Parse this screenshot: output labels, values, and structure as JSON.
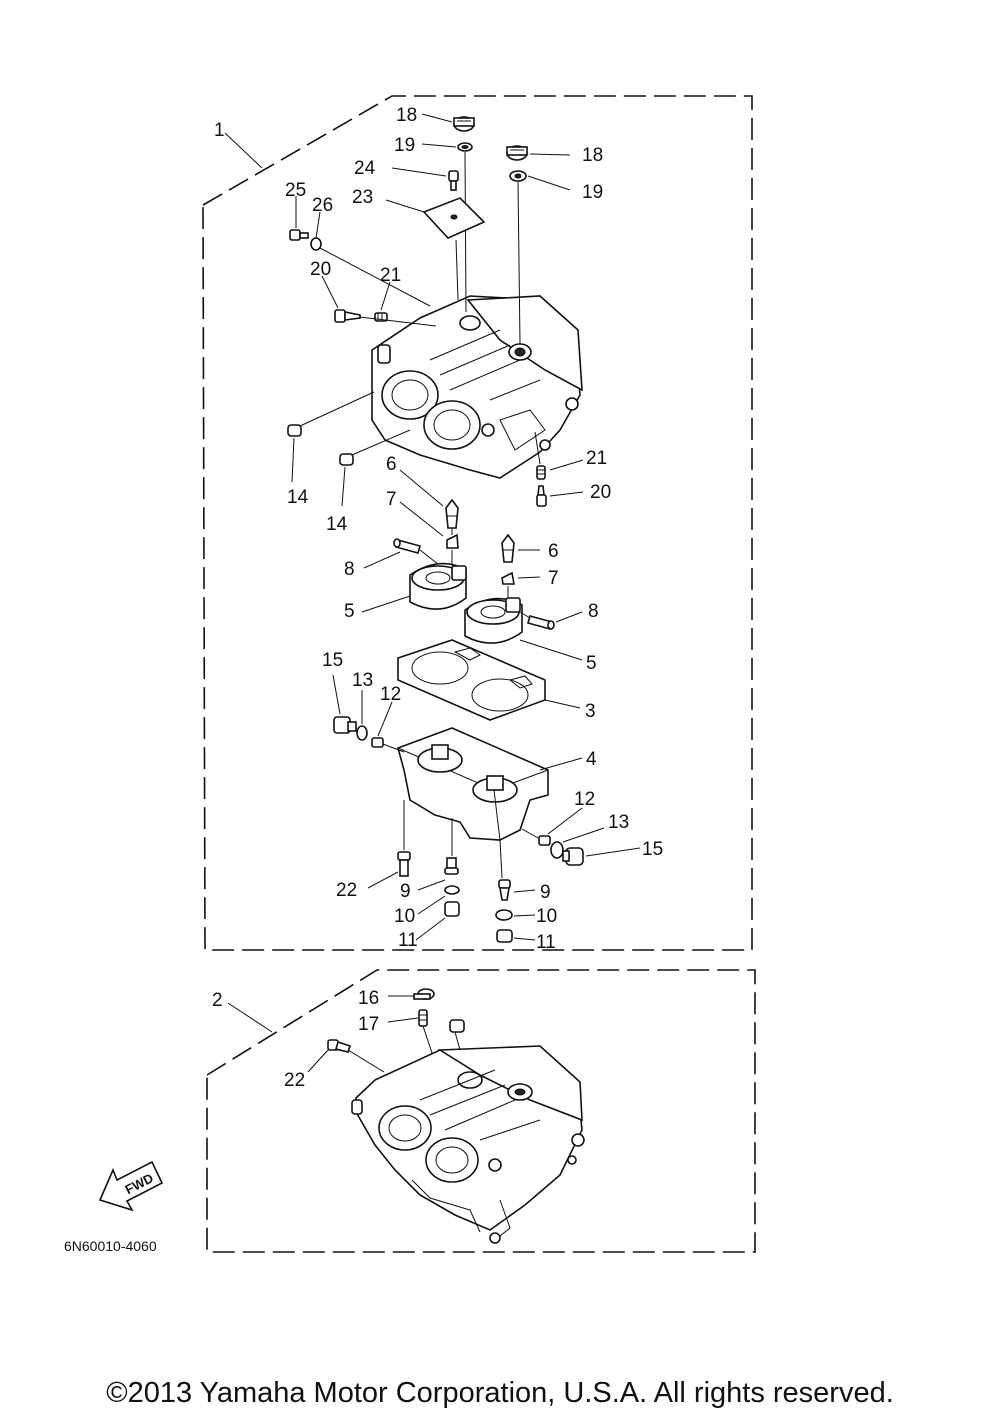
{
  "diagram": {
    "assembly_labels": {
      "main": "1",
      "secondary": "2"
    },
    "part_labels": {
      "p18a": "18",
      "p19a": "19",
      "p18b": "18",
      "p19b": "19",
      "p24": "24",
      "p23": "23",
      "p25": "25",
      "p26": "26",
      "p20a": "20",
      "p21a": "21",
      "p21b": "21",
      "p20b": "20",
      "p14a": "14",
      "p14b": "14",
      "p6a": "6",
      "p7a": "7",
      "p6b": "6",
      "p7b": "7",
      "p8a": "8",
      "p8b": "8",
      "p5a": "5",
      "p5b": "5",
      "p3": "3",
      "p4": "4",
      "p15a": "15",
      "p13a": "13",
      "p12a": "12",
      "p12b": "12",
      "p13b": "13",
      "p15b": "15",
      "p22a": "22",
      "p9a": "9",
      "p9b": "9",
      "p10a": "10",
      "p10b": "10",
      "p11a": "11",
      "p11b": "11",
      "p16": "16",
      "p17": "17",
      "p22b": "22"
    },
    "fwd_label": "FWD",
    "drawing_code": "6N60010-4060"
  },
  "footer": {
    "copyright": "©2013 Yamaha Motor Corporation, U.S.A. All rights reserved."
  }
}
